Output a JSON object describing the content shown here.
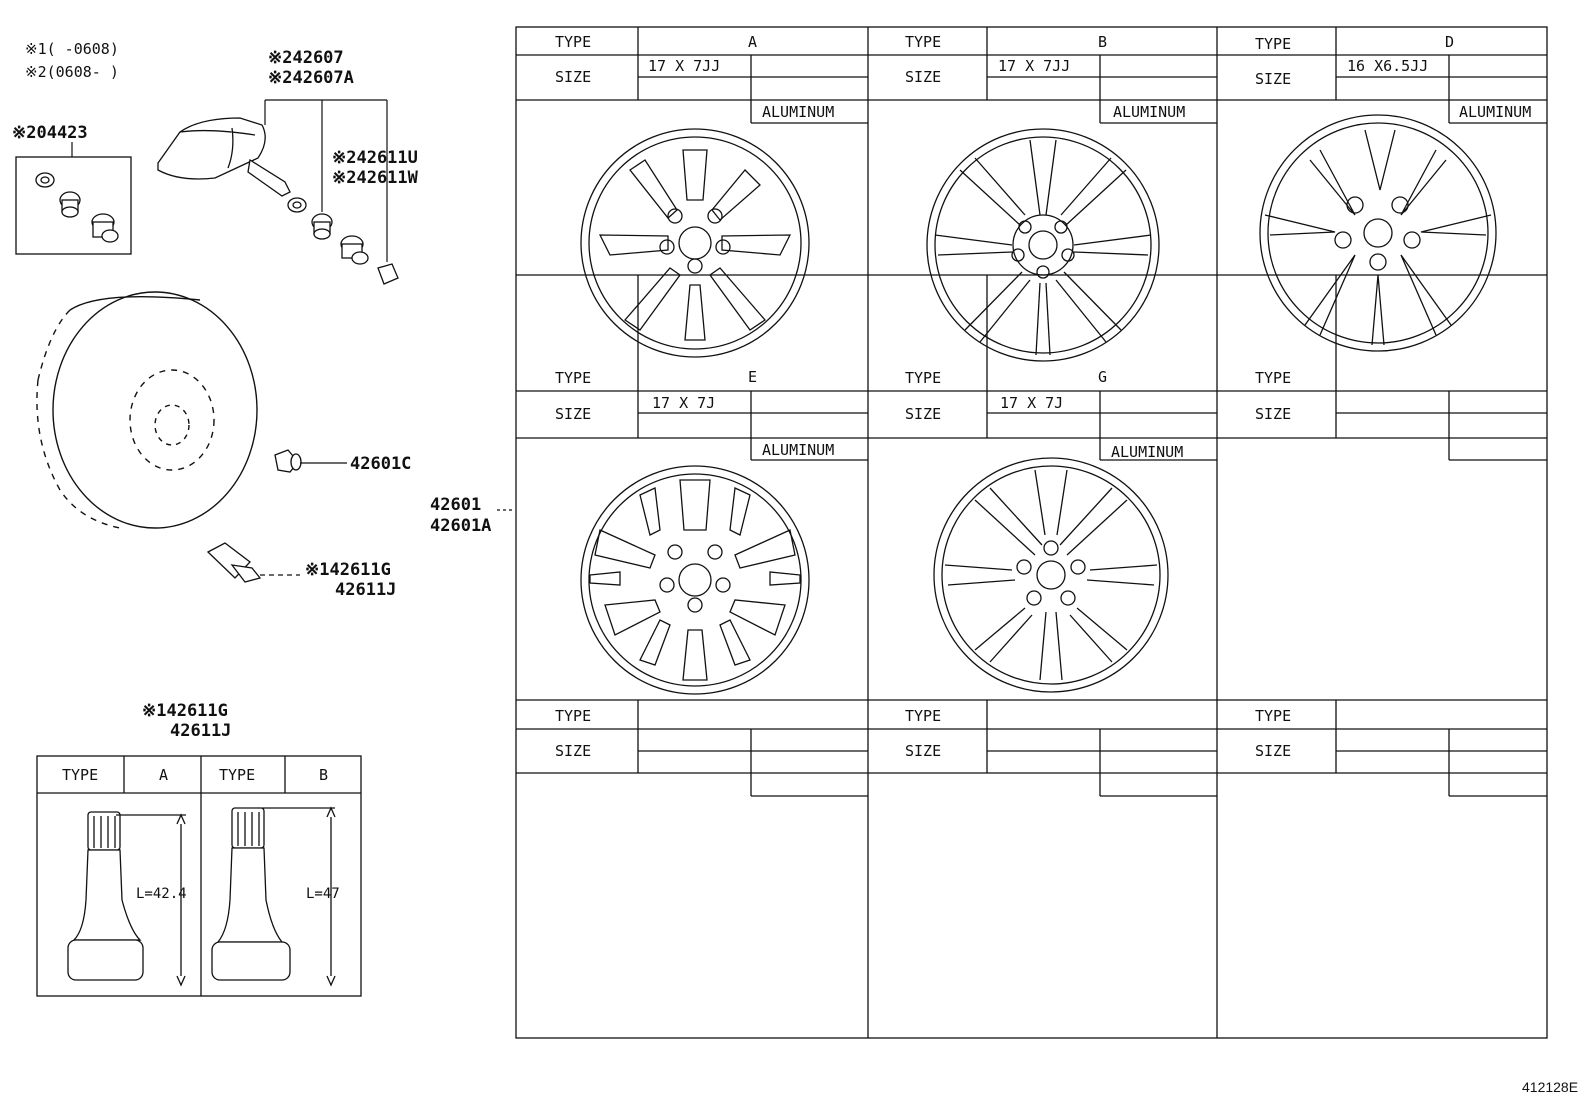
{
  "applicability": {
    "note1": "※1(     -0608)",
    "note2": "※2(0608-     )"
  },
  "parts": {
    "sensor_kit": "※204423",
    "sensor_a": "※242607",
    "sensor_b": "※242607A",
    "valve_a": "※242611U",
    "valve_b": "※242611W",
    "lug_nut": "42601C",
    "valve_stem_a": "※142611G",
    "valve_stem_b": "42611J",
    "wheel_a": "42601",
    "wheel_b": "42601A"
  },
  "valve_table": {
    "title_a": "※142611G",
    "title_b": "42611J",
    "header_type": "TYPE",
    "type_a": "A",
    "type_b": "B",
    "len_a": "L=42.4",
    "len_b": "L=47"
  },
  "wheel_table": {
    "type_label": "TYPE",
    "size_label": "SIZE",
    "cells": [
      {
        "type": "A",
        "size": "17 X 7JJ",
        "material": "ALUMINUM"
      },
      {
        "type": "B",
        "size": "17 X 7JJ",
        "material": "ALUMINUM"
      },
      {
        "type": "D",
        "size": "16 X6.5JJ",
        "material": "ALUMINUM"
      },
      {
        "type": "E",
        "size": "17 X 7J",
        "material": "ALUMINUM"
      },
      {
        "type": "G",
        "size": "17 X 7J",
        "material": "ALUMINUM"
      },
      {
        "type": "",
        "size": "",
        "material": ""
      },
      {
        "type": "",
        "size": "",
        "material": ""
      },
      {
        "type": "",
        "size": "",
        "material": ""
      },
      {
        "type": "",
        "size": "",
        "material": ""
      }
    ]
  },
  "diagram_id": "412128E"
}
